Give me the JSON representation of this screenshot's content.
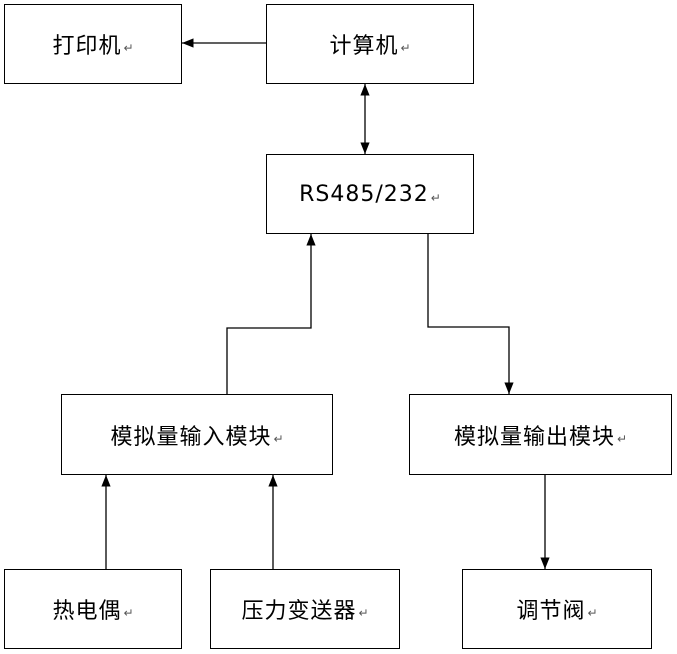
{
  "diagram": {
    "nodes": {
      "printer": {
        "label": "打印机"
      },
      "computer": {
        "label": "计算机"
      },
      "rs": {
        "label": "RS485/232"
      },
      "ain": {
        "label": "模拟量输入模块"
      },
      "aout": {
        "label": "模拟量输出模块"
      },
      "tc": {
        "label": "热电偶"
      },
      "pt": {
        "label": "压力变送器"
      },
      "valve": {
        "label": "调节阀"
      }
    },
    "edges": [
      {
        "from": "computer",
        "to": "printer",
        "direction": "forward"
      },
      {
        "from": "computer",
        "to": "rs",
        "direction": "both"
      },
      {
        "from": "ain",
        "to": "rs",
        "direction": "forward"
      },
      {
        "from": "rs",
        "to": "aout",
        "direction": "forward"
      },
      {
        "from": "tc",
        "to": "ain",
        "direction": "forward"
      },
      {
        "from": "pt",
        "to": "ain",
        "direction": "forward"
      },
      {
        "from": "aout",
        "to": "valve",
        "direction": "forward"
      }
    ],
    "paragraph_mark": "↵",
    "line_color": "#000000"
  }
}
